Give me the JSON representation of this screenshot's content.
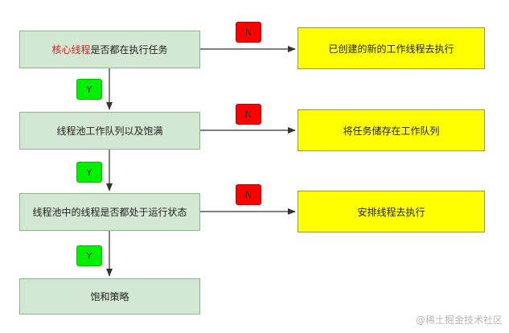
{
  "nodes": {
    "check_core": {
      "highlight": "核心线程",
      "text": "是否都在执行任务"
    },
    "check_queue": {
      "text": "线程池工作队列以及饱满"
    },
    "check_pool": {
      "text": "线程池中的线程是否都处于运行状态"
    },
    "saturation": {
      "text": "饱和策略"
    },
    "create_thread": {
      "text": "已创建的新的工作线程去执行"
    },
    "store_task": {
      "text": "将任务储存在工作队列"
    },
    "arrange_thread": {
      "text": "安排线程去执行"
    }
  },
  "labels": {
    "no": "N",
    "yes": "Y"
  },
  "watermark": "@稀土掘金技术社区",
  "colors": {
    "decision_fill": "#d2e8d3",
    "action_fill": "#ffff00",
    "no_badge": "#ff0000",
    "yes_badge": "#00f000",
    "highlight_text": "#e02020"
  }
}
